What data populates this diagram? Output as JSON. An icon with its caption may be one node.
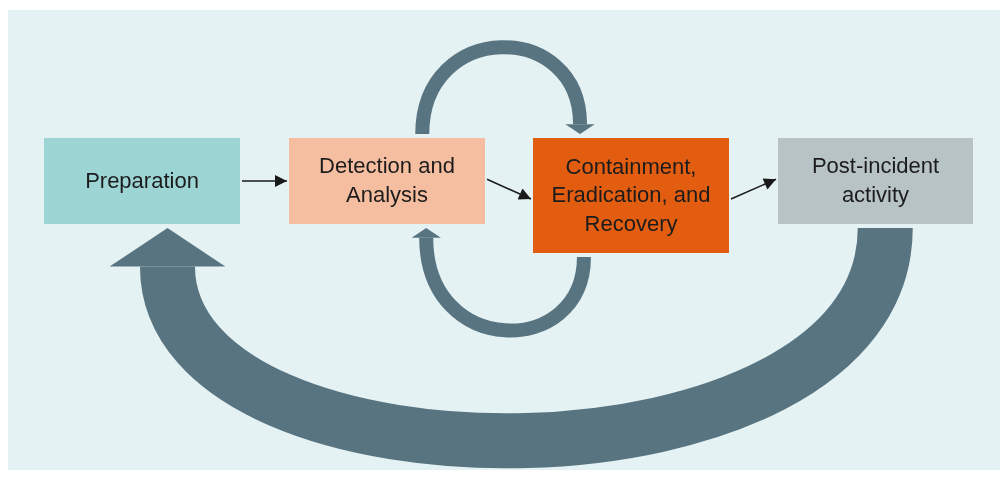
{
  "diagram": {
    "nodes": [
      {
        "text": [
          "Preparation"
        ]
      },
      {
        "text": [
          "Detection and Analysis"
        ]
      },
      {
        "text": [
          "Containment, Eradication, and Recovery"
        ]
      },
      {
        "text": [
          "Post-incident activity"
        ]
      }
    ],
    "edges": [
      {
        "from": 0,
        "to": 1,
        "arrow": "to"
      },
      {
        "from": 1,
        "to": 2,
        "arrow": "to"
      },
      {
        "from": 2,
        "to": 3,
        "arrow": "to"
      },
      {
        "from": 1,
        "to": 2,
        "arrow": "to",
        "style": "thick",
        "color": "#587480"
      },
      {
        "from": 2,
        "to": 1,
        "arrow": "to",
        "style": "thick",
        "color": "#587480"
      },
      {
        "from": 3,
        "to": 0,
        "arrow": "to",
        "style": "thick",
        "color": "#587480"
      }
    ]
  }
}
